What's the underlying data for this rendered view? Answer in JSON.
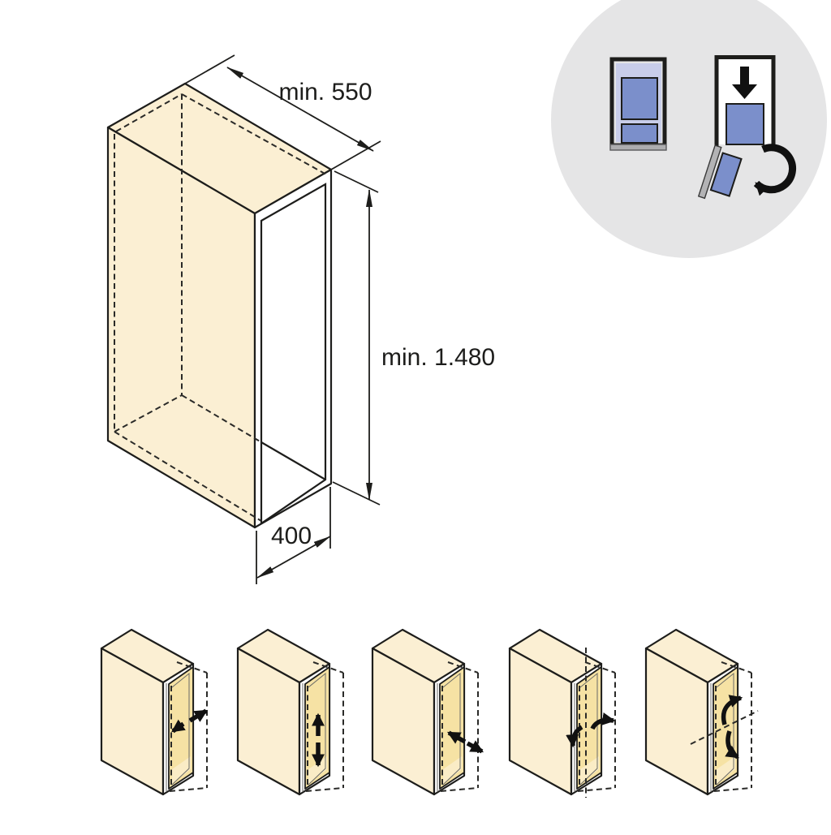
{
  "illustration": {
    "title": "cabinet-opening-dimensions-diagram",
    "cabinet_dimensions": {
      "width_label": "min. 550",
      "height_label": "min. 1.480",
      "depth_label": "400"
    },
    "mechanism_badge": {
      "icons": [
        "cabinet-front-closed-icon",
        "door-slides-down-icon",
        "down-arrow-icon",
        "door-tilts-out-icon",
        "rotate-arrow-icon"
      ]
    },
    "door_motion_variants": [
      {
        "name": "door-moves-in-out",
        "arrow_style": "diagonal-opposed-arrows"
      },
      {
        "name": "door-slides-vertically",
        "arrow_style": "up-and-down-arrows"
      },
      {
        "name": "door-slides-laterally",
        "arrow_style": "diagonal-lateral-arrows"
      },
      {
        "name": "door-pivots-on-vertical-axis",
        "arrow_style": "curved-arrows-vertical-axis"
      },
      {
        "name": "door-pivots-on-horizontal-axis",
        "arrow_style": "curved-arrows-horizontal-axis"
      }
    ],
    "colors": {
      "carcass_fill": "#FBEFD3",
      "interior_fill": "#F6E2A4",
      "floor_fill": "#FAECC6",
      "line": "#1D1D1B",
      "badge_circle": "#E5E5E6",
      "panel_light_blue": "#C8CDE9",
      "panel_blue": "#7B8FCB",
      "base_gray": "#ADADAF"
    }
  }
}
